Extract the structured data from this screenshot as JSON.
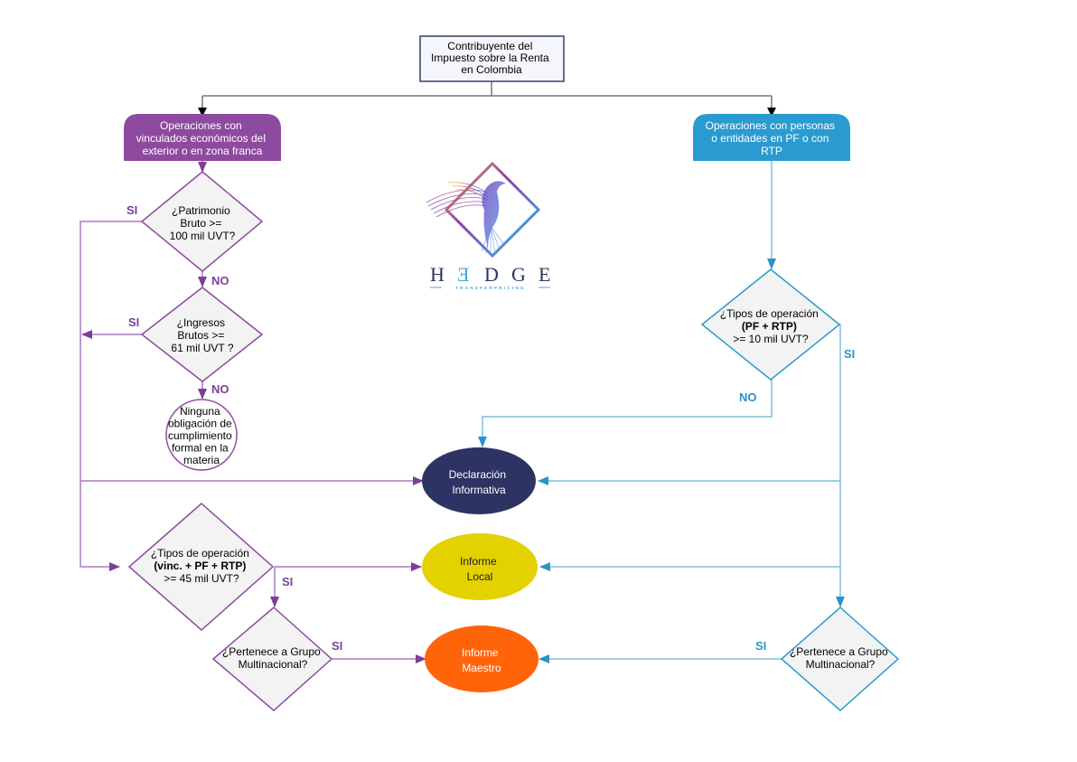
{
  "colors": {
    "purple_branch": "#8e4a9f",
    "purple_line": "#a77cbf",
    "blue_branch": "#2a9bd1",
    "blue_line": "#7fbfdc",
    "root_border": "#3a3f6b",
    "root_fill": "#f5f6fb",
    "diamond_fill": "#f3f3f3",
    "declaracion_fill": "#2d3363",
    "local_fill": "#e3d100",
    "maestro_fill": "#ff6408"
  },
  "root": {
    "lines": [
      "Contribuyente del",
      "Impuesto sobre la Renta",
      "en Colombia"
    ]
  },
  "left_branch": {
    "header": {
      "lines": [
        "Operaciones con",
        "vinculados económicos del",
        "exterior o en zona franca"
      ]
    },
    "q_patrimonio": {
      "lines": [
        "¿Patrimonio",
        "Bruto >=",
        "100 mil UVT?"
      ],
      "yes_label": "SI",
      "no_label": "NO"
    },
    "q_ingresos": {
      "lines": [
        "¿Ingresos",
        "Brutos >=",
        "61 mil UVT ?"
      ],
      "yes_label": "SI",
      "no_label": "NO"
    },
    "ninguna": {
      "lines": [
        "Ninguna",
        "obligación de",
        "cumplimiento",
        "formal en la",
        "materia"
      ]
    },
    "q_tipos": {
      "lines": [
        "¿Tipos de operación",
        "(vinc. + PF + RTP)",
        ">= 45 mil UVT?"
      ],
      "yes_label": "SI"
    },
    "q_grupo": {
      "lines": [
        "¿Pertenece a Grupo",
        "Multinacional?"
      ],
      "yes_label": "SI"
    }
  },
  "right_branch": {
    "header": {
      "lines": [
        "Operaciones con personas",
        "o entidades en PF o con",
        "RTP"
      ]
    },
    "q_tipos": {
      "lines": [
        "¿Tipos de operación",
        "(PF + RTP)",
        ">= 10 mil UVT?"
      ],
      "yes_label": "SI",
      "no_label": "NO"
    },
    "q_grupo": {
      "lines": [
        "¿Pertenece a Grupo",
        "Multinacional?"
      ],
      "yes_label": "SI"
    }
  },
  "outcomes": {
    "declaracion": {
      "lines": [
        "Declaración",
        "Informativa"
      ]
    },
    "local": {
      "lines": [
        "Informe",
        "Local"
      ]
    },
    "maestro": {
      "lines": [
        "Informe",
        "Maestro"
      ]
    }
  },
  "logo": {
    "name": "HEDGE",
    "letters": [
      "H",
      "Ǝ",
      "D",
      "G",
      "E"
    ],
    "tagline": "TRANSFERPRICING"
  }
}
